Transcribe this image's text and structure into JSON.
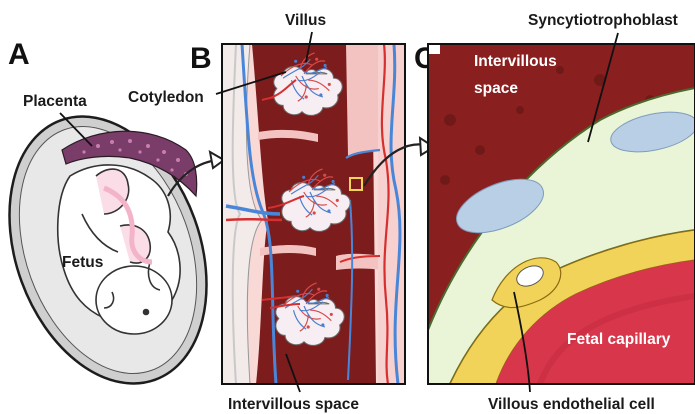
{
  "panels": {
    "a": {
      "letter": "A",
      "placenta": "Placenta",
      "fetus": "Fetus"
    },
    "b": {
      "letter": "B",
      "villus": "Villus",
      "cotyledon": "Cotyledon",
      "intervillous": "Intervillous space"
    },
    "c": {
      "letter": "C",
      "syncytio": "Syncytiotrophoblast",
      "intervillous_line1": "Intervillous",
      "intervillous_line2": "space",
      "fetal_capillary": "Fetal capillary",
      "endothelial": "Villous endothelial cell"
    }
  },
  "colors": {
    "maternal_tissue": "#8a1f1f",
    "villus_tissue": "#e9f5d6",
    "fetal_capillary": "#d8364a",
    "endothelium": "#f2d35a",
    "vein": "#4a86d8",
    "artery": "#d62f2f"
  }
}
